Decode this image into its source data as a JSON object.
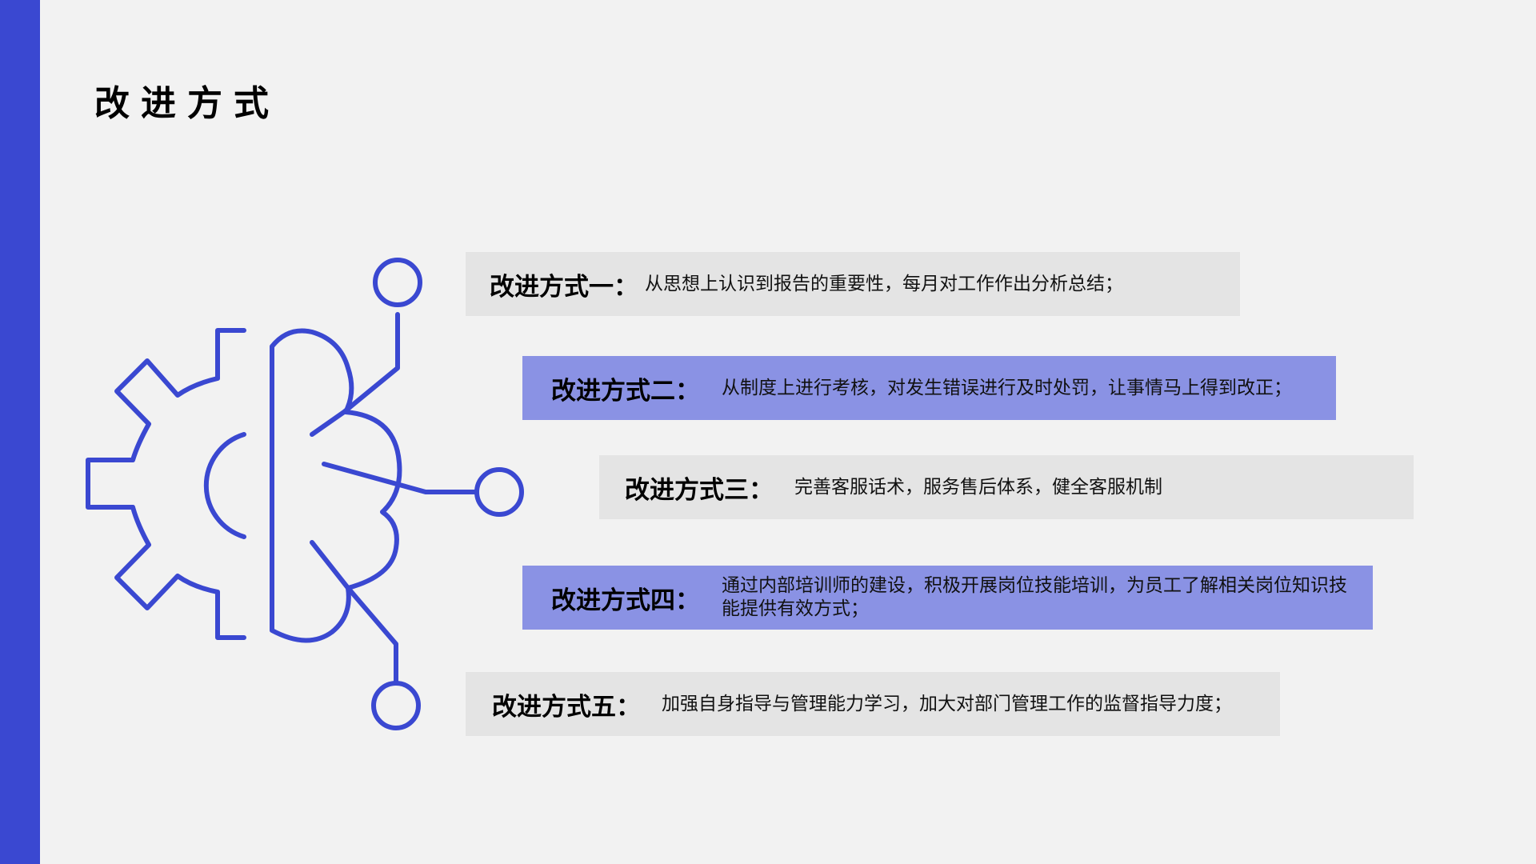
{
  "page": {
    "title": "改进方式",
    "accent_color": "#3a48d1",
    "highlight_color": "#8a92e4",
    "neutral_color": "#e4e4e4"
  },
  "illustration": {
    "icon": "brain-gear-icon"
  },
  "items": [
    {
      "label": "改进方式一：",
      "text": "从思想上认识到报告的重要性，每月对工作作出分析总结；",
      "style": "gray"
    },
    {
      "label": "改进方式二：",
      "text": "从制度上进行考核，对发生错误进行及时处罚，让事情马上得到改正；",
      "style": "blue"
    },
    {
      "label": "改进方式三：",
      "text": "完善客服话术，服务售后体系，健全客服机制",
      "style": "gray"
    },
    {
      "label": "改进方式四：",
      "text": "通过内部培训师的建设，积极开展岗位技能培训，为员工了解相关岗位知识技能提供有效方式；",
      "style": "blue"
    },
    {
      "label": "改进方式五：",
      "text": "加强自身指导与管理能力学习，加大对部门管理工作的监督指导力度；",
      "style": "gray"
    }
  ]
}
